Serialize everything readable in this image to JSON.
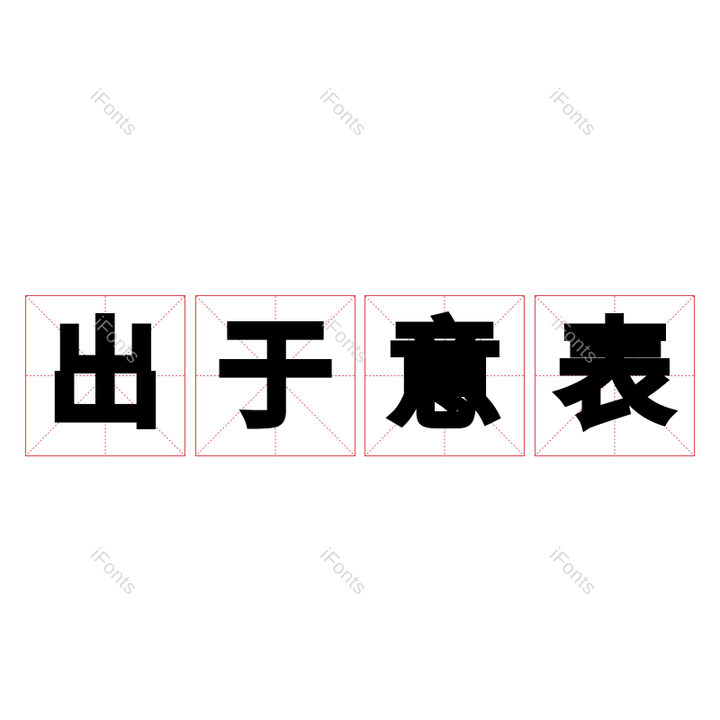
{
  "phrase": "出于意表",
  "characters": [
    {
      "char": "出"
    },
    {
      "char": "于"
    },
    {
      "char": "意"
    },
    {
      "char": "表"
    }
  ],
  "watermark": {
    "text": "iFonts"
  },
  "colors": {
    "grid_border": "#d9474d",
    "grid_guides": "#e06068",
    "glyph": "#000000",
    "watermark": "#d9d9d9",
    "background": "#ffffff"
  }
}
